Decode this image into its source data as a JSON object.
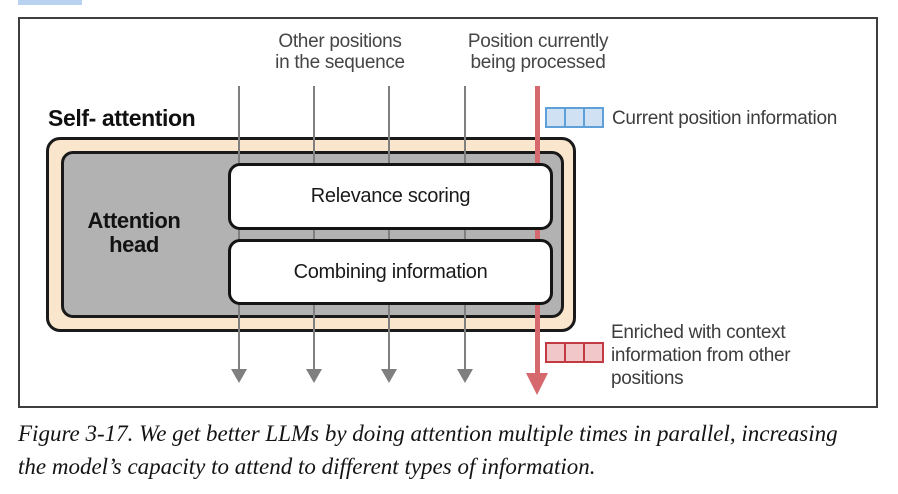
{
  "figure": {
    "caption_line1": "Figure 3-17. We get better LLMs by doing attention multiple times in parallel, increasing",
    "caption_line2": "the model’s capacity to attend to different types of information."
  },
  "diagram": {
    "title": "Self- attention",
    "top_labels": [
      {
        "line1": "Other positions",
        "line2": "in the sequence"
      },
      {
        "line1": "Position currently",
        "line2": "being processed"
      }
    ],
    "attention_head": {
      "line1": "Attention",
      "line2": "head"
    },
    "process_boxes": [
      {
        "label": "Relevance scoring"
      },
      {
        "label": "Combining information"
      }
    ],
    "legend": [
      {
        "label": "Current position information"
      },
      {
        "label": "Enriched with context information from other positions"
      }
    ],
    "colors": {
      "panel_tan": "#f9e6cd",
      "attention_head_gray": "#b2b2b2",
      "line_gray": "#7f7f7f",
      "arrow_red": "#d5696d",
      "legend_blue_fill": "#cfe1f3",
      "legend_blue_border": "#5fa0d8",
      "legend_red_fill": "#f1c7ca",
      "legend_red_border": "#c23b42"
    }
  }
}
